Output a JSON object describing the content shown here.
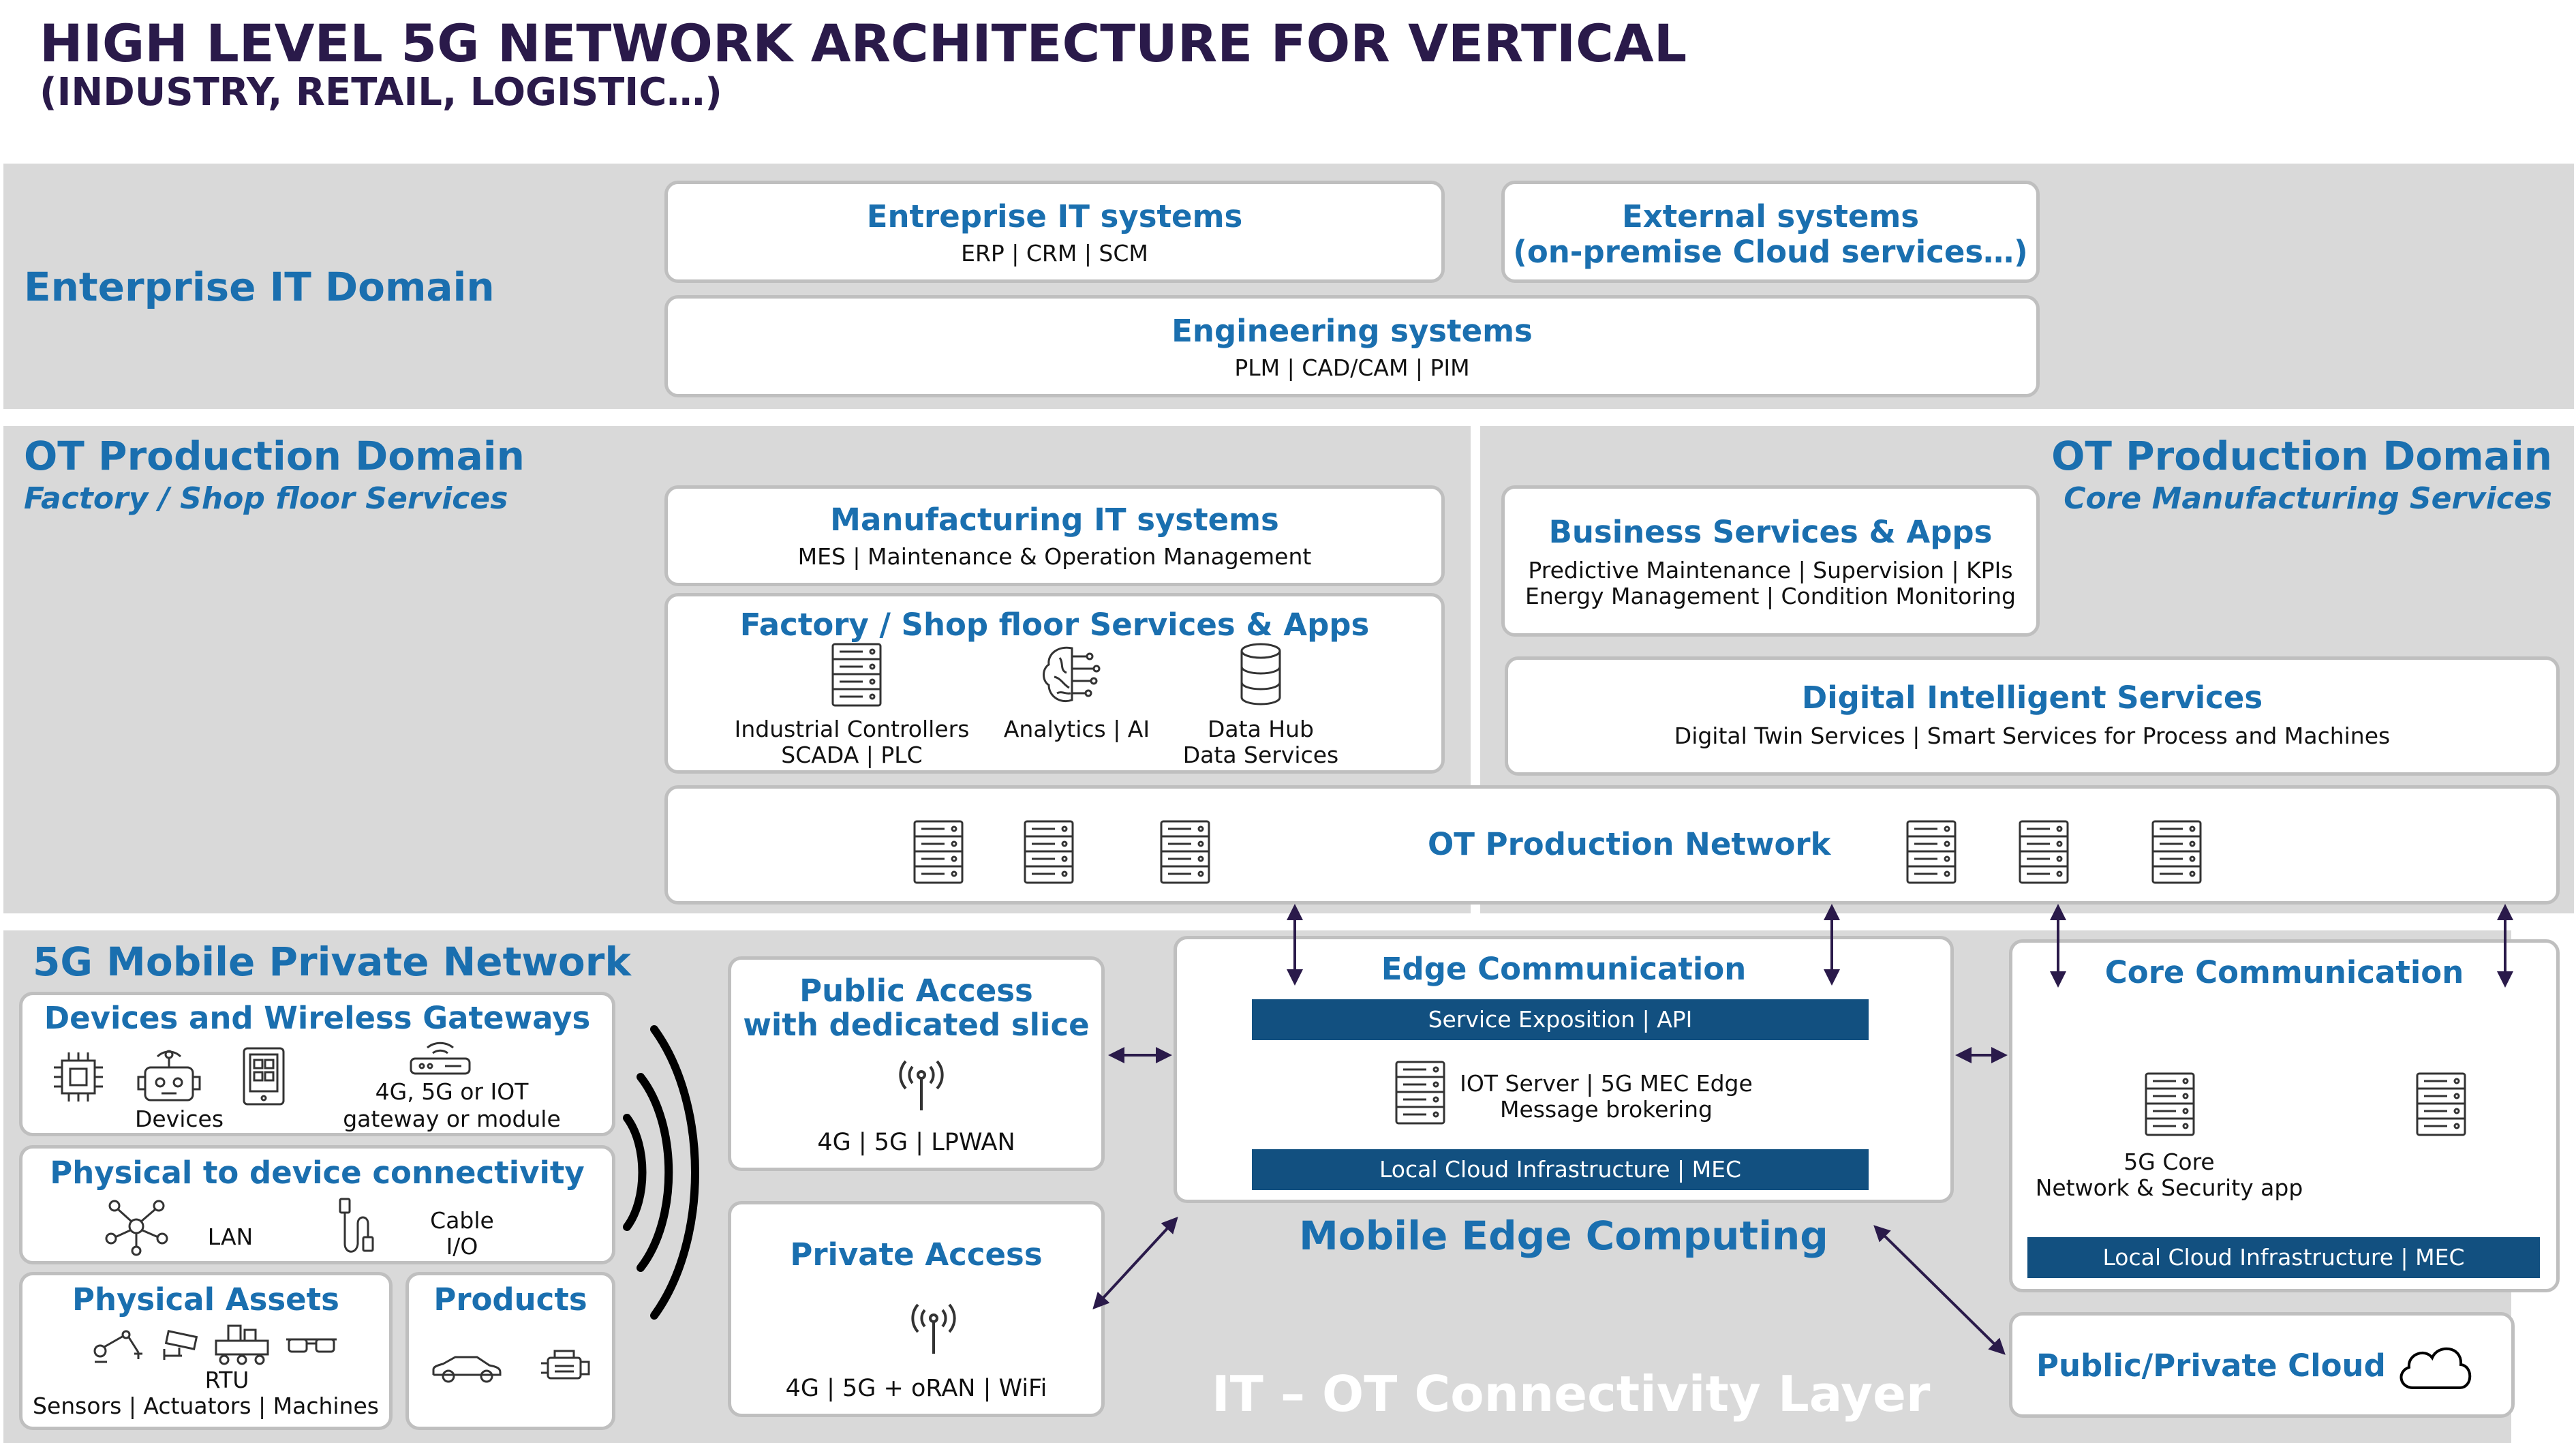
{
  "header": {
    "title": "HIGH LEVEL 5G NETWORK ARCHITECTURE FOR VERTICAL",
    "subtitle": "(INDUSTRY, RETAIL, LOGISTIC…)"
  },
  "enterprise": {
    "domain_label": "Enterprise IT Domain",
    "it_systems": {
      "title": "Entreprise IT systems",
      "items": "ERP | CRM | SCM"
    },
    "external": {
      "line1": "External systems",
      "line2": "(on-premise Cloud services…)"
    },
    "engineering": {
      "title": "Engineering systems",
      "items": "PLM | CAD/CAM | PIM"
    }
  },
  "ot_left": {
    "domain_label": "OT Production Domain",
    "sub_label": "Factory / Shop floor Services",
    "manufacturing": {
      "title": "Manufacturing IT systems",
      "items": "MES | Maintenance & Operation Management"
    },
    "factory": {
      "title": "Factory / Shop floor Services & Apps",
      "controllers_line1": "Industrial Controllers",
      "controllers_line2": "SCADA | PLC",
      "analytics": "Analytics | AI",
      "datahub_line1": "Data Hub",
      "datahub_line2": "Data Services"
    }
  },
  "ot_right": {
    "domain_label": "OT Production Domain",
    "sub_label": "Core Manufacturing Services",
    "business": {
      "title": "Business Services & Apps",
      "line1": "Predictive Maintenance | Supervision | KPIs",
      "line2": "Energy Management | Condition Monitoring"
    },
    "digital": {
      "title": "Digital Intelligent Services",
      "items": "Digital Twin Services | Smart Services for Process and Machines"
    }
  },
  "ot_network": {
    "label": "OT Production Network"
  },
  "mobile": {
    "domain_label": "5G Mobile Private Network",
    "devices": {
      "title": "Devices and Wireless Gateways",
      "devices_label": "Devices",
      "gateway_line1": "4G, 5G or IOT",
      "gateway_line2": "gateway or module"
    },
    "physical_conn": {
      "title": "Physical to device connectivity",
      "lan": "LAN",
      "cable_line1": "Cable",
      "cable_line2": "I/O"
    },
    "assets": {
      "title": "Physical Assets",
      "rtu": "RTU",
      "items": "Sensors | Actuators | Machines"
    },
    "products": {
      "title": "Products"
    }
  },
  "public_access": {
    "line1": "Public Access",
    "line2": "with dedicated slice",
    "items": "4G | 5G | LPWAN"
  },
  "private_access": {
    "title": "Private Access",
    "items": "4G | 5G + oRAN | WiFi"
  },
  "edge": {
    "title": "Edge Communication",
    "service_bar": "Service Exposition | API",
    "server_line1": "IOT Server | 5G MEC Edge",
    "server_line2": "Message brokering",
    "infra_bar": "Local Cloud Infrastructure | MEC",
    "mec_label": "Mobile Edge Computing"
  },
  "core": {
    "title": "Core Communication",
    "core_line1": "5G Core",
    "core_line2": "Network & Security app",
    "infra_bar": "Local Cloud Infrastructure | MEC"
  },
  "cloud": {
    "title": "Public/Private Cloud"
  },
  "layer": {
    "label": "IT – OT Connectivity Layer"
  },
  "colors": {
    "accent": "#1a6faf",
    "dark_bar": "#125080",
    "title": "#2a1a4a",
    "panel": "#d9d9d9"
  }
}
